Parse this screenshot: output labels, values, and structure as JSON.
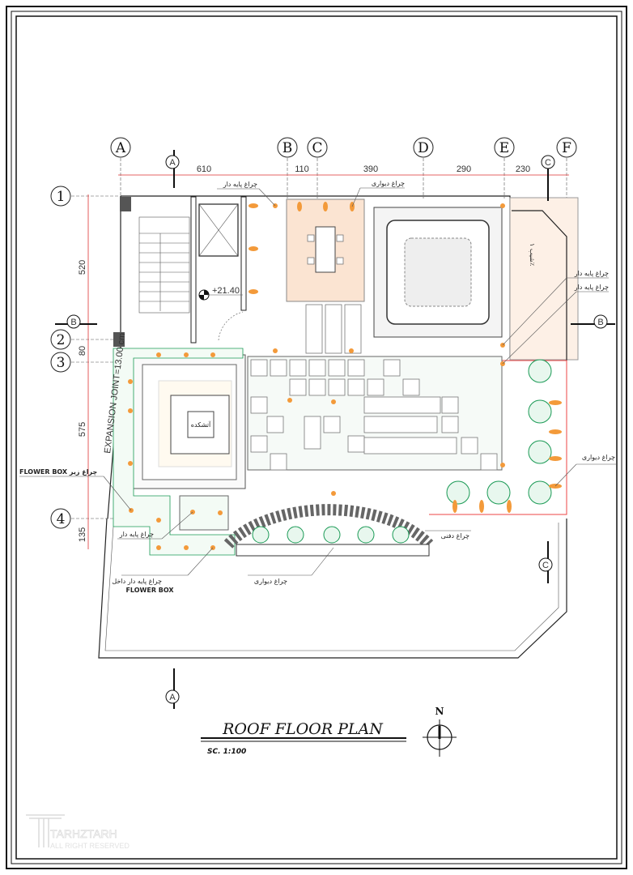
{
  "grid_columns": [
    "A",
    "B",
    "C",
    "D",
    "E",
    "F"
  ],
  "grid_rows": [
    "1",
    "2",
    "3",
    "4"
  ],
  "column_dimensions": [
    "610",
    "110",
    "390",
    "290",
    "230"
  ],
  "row_dimensions": [
    "520",
    "80",
    "575",
    "135"
  ],
  "section_markers": {
    "a": "A",
    "b": "B",
    "c": "C"
  },
  "elevation": "+21.40",
  "expansion_joint": "EXPANSION  JOINT=13.00  cm",
  "labels": {
    "standing_lamp": "چراغ پایه دار",
    "wall_lamp": "چراغ دیواری",
    "standing_lamp_right_1": "چراغ پایه دار",
    "standing_lamp_right_2": "چراغ پایه دار",
    "wall_lamp_right": "چراغ دیواری",
    "buried_lamp": "چراغ دفنی",
    "under_flower_box": "FLOWER BOX چراغ زیر",
    "standing_lamp_left": "چراغ پایه دار",
    "standing_lamp_in_box": "چراغ پایه دار داخل",
    "flower_box": "FLOWER BOX",
    "wall_lamp_bottom": "چراغ دیواری",
    "fire_pit": "آتشکده",
    "slope": "شیب ۱٪"
  },
  "title": "ROOF  FLOOR  PLAN",
  "scale": "SC.  1:100",
  "north": "N",
  "watermark": {
    "brand": "TARHZTARH",
    "rights": "ALL RIGHT RESERVED"
  },
  "colors": {
    "lamp": "#f39a3a",
    "plant": "#1a9a55",
    "dimension": "#dd3333",
    "deck": "#f0b48a"
  }
}
